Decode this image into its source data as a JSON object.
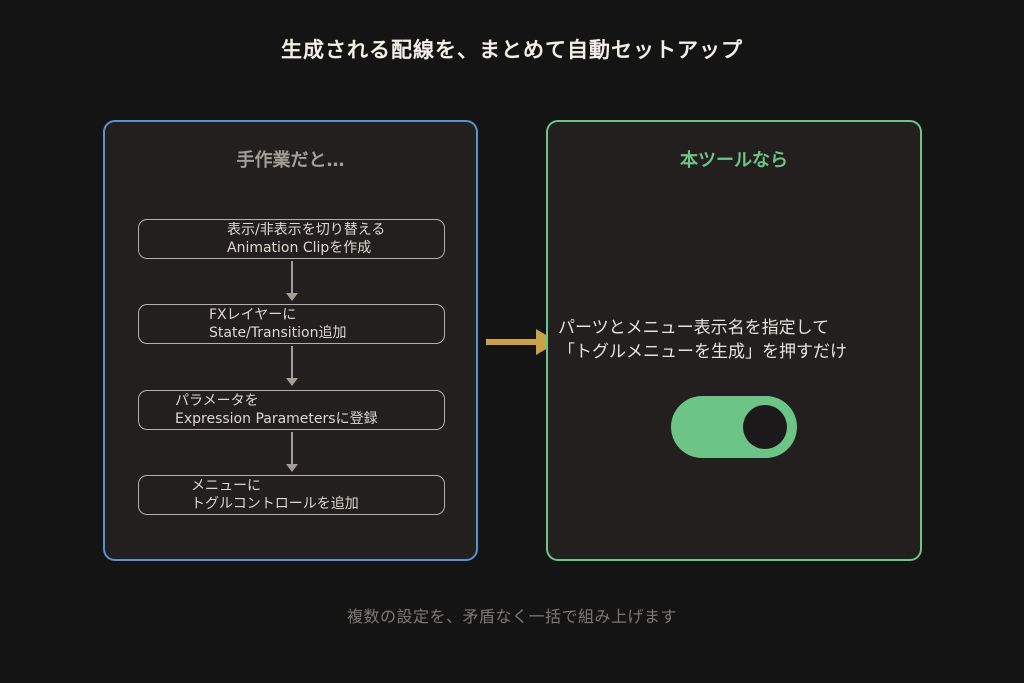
{
  "title": "生成される配線を、まとめて自動セットアップ",
  "left_panel": {
    "heading": "手作業だと…",
    "border_color": "#5a91cf",
    "steps": [
      {
        "line1": "表示/非表示を切り替える",
        "line2": "Animation Clipを作成"
      },
      {
        "line1": "FXレイヤーに",
        "line2": "State/Transition追加"
      },
      {
        "line1": "パラメータを",
        "line2": "Expression Parametersに登録"
      },
      {
        "line1": "メニューに",
        "line2": "トグルコントロールを追加"
      }
    ]
  },
  "arrow": {
    "icon": "arrow-right-icon",
    "color": "#c9a24a"
  },
  "right_panel": {
    "heading": "本ツールなら",
    "border_color": "#6cc487",
    "description_line1": "パーツとメニュー表示名を指定して",
    "description_line2": "「トグルメニューを生成」を押すだけ",
    "toggle": {
      "state": "on",
      "color": "#6cc487"
    }
  },
  "footer": "複数の設定を、矛盾なく一括で組み上げます"
}
